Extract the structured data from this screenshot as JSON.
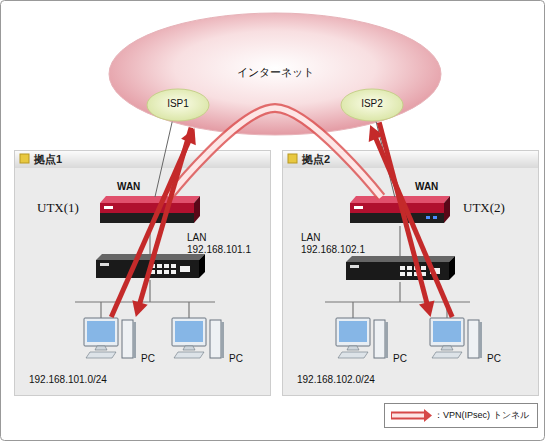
{
  "diagram": {
    "nodes": [
      {
        "text": [
          "インターネット"
        ]
      },
      {
        "text": [
          "ISP1"
        ]
      },
      {
        "text": [
          "ISP2"
        ]
      },
      {
        "text": [
          "拠点1",
          "192.168.101.0/24"
        ]
      },
      {
        "text": [
          "UTX(1)",
          "WAN",
          "LAN 192.168.101.1"
        ],
        "in": 3
      },
      {
        "text": [
          "PC"
        ],
        "in": 3
      },
      {
        "text": [
          "PC"
        ],
        "in": 3
      },
      {
        "text": [
          "拠点2",
          "192.168.102.0/24"
        ]
      },
      {
        "text": [
          "UTX(2)",
          "WAN",
          "LAN 192.168.102.1"
        ],
        "in": 7
      },
      {
        "text": [
          "PC"
        ],
        "in": 7
      },
      {
        "text": [
          "PC"
        ],
        "in": 7
      }
    ],
    "edges": [
      {
        "from": 4,
        "to": 1,
        "arrow": "none"
      },
      {
        "from": 8,
        "to": 2,
        "arrow": "none"
      },
      {
        "from": 4,
        "to": 8,
        "arrow": "none"
      },
      {
        "from": 5,
        "to": 0,
        "arrow": "to"
      },
      {
        "from": 0,
        "to": 5,
        "arrow": "to"
      },
      {
        "from": 10,
        "to": 0,
        "arrow": "to"
      },
      {
        "from": 0,
        "to": 10,
        "arrow": "to"
      }
    ],
    "legend": [
      {
        "text": "：VPN(IPsec) トンネル"
      }
    ]
  }
}
